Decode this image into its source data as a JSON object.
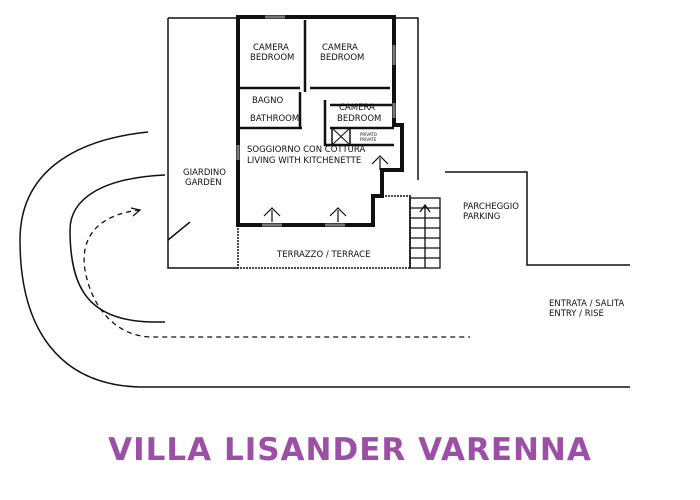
{
  "rooms": {
    "bedroom1": [
      "CAMERA",
      "BEDROOM"
    ],
    "bedroom2": [
      "CAMERA",
      "BEDROOM"
    ],
    "bedroom3": [
      "CAMERA",
      "BEDROOM"
    ],
    "bathroom": [
      "BAGNO",
      "BATHROOM"
    ],
    "living": [
      "SOGGIORNO CON COTTURA",
      "LIVING WITH KITCHENETTE"
    ],
    "terrace": "TERRAZZO / TERRACE",
    "private": [
      "PRIVATO",
      "PRIVATE"
    ]
  },
  "outside": {
    "garden": [
      "GIARDINO",
      "GARDEN"
    ],
    "parking": [
      "PARCHEGGIO",
      "PARKING"
    ],
    "entry": [
      "ENTRATA / SALITA",
      "ENTRY / RISE"
    ]
  },
  "title": "VILLA LISANDER VARENNA",
  "title_color": "#9b4fa5"
}
